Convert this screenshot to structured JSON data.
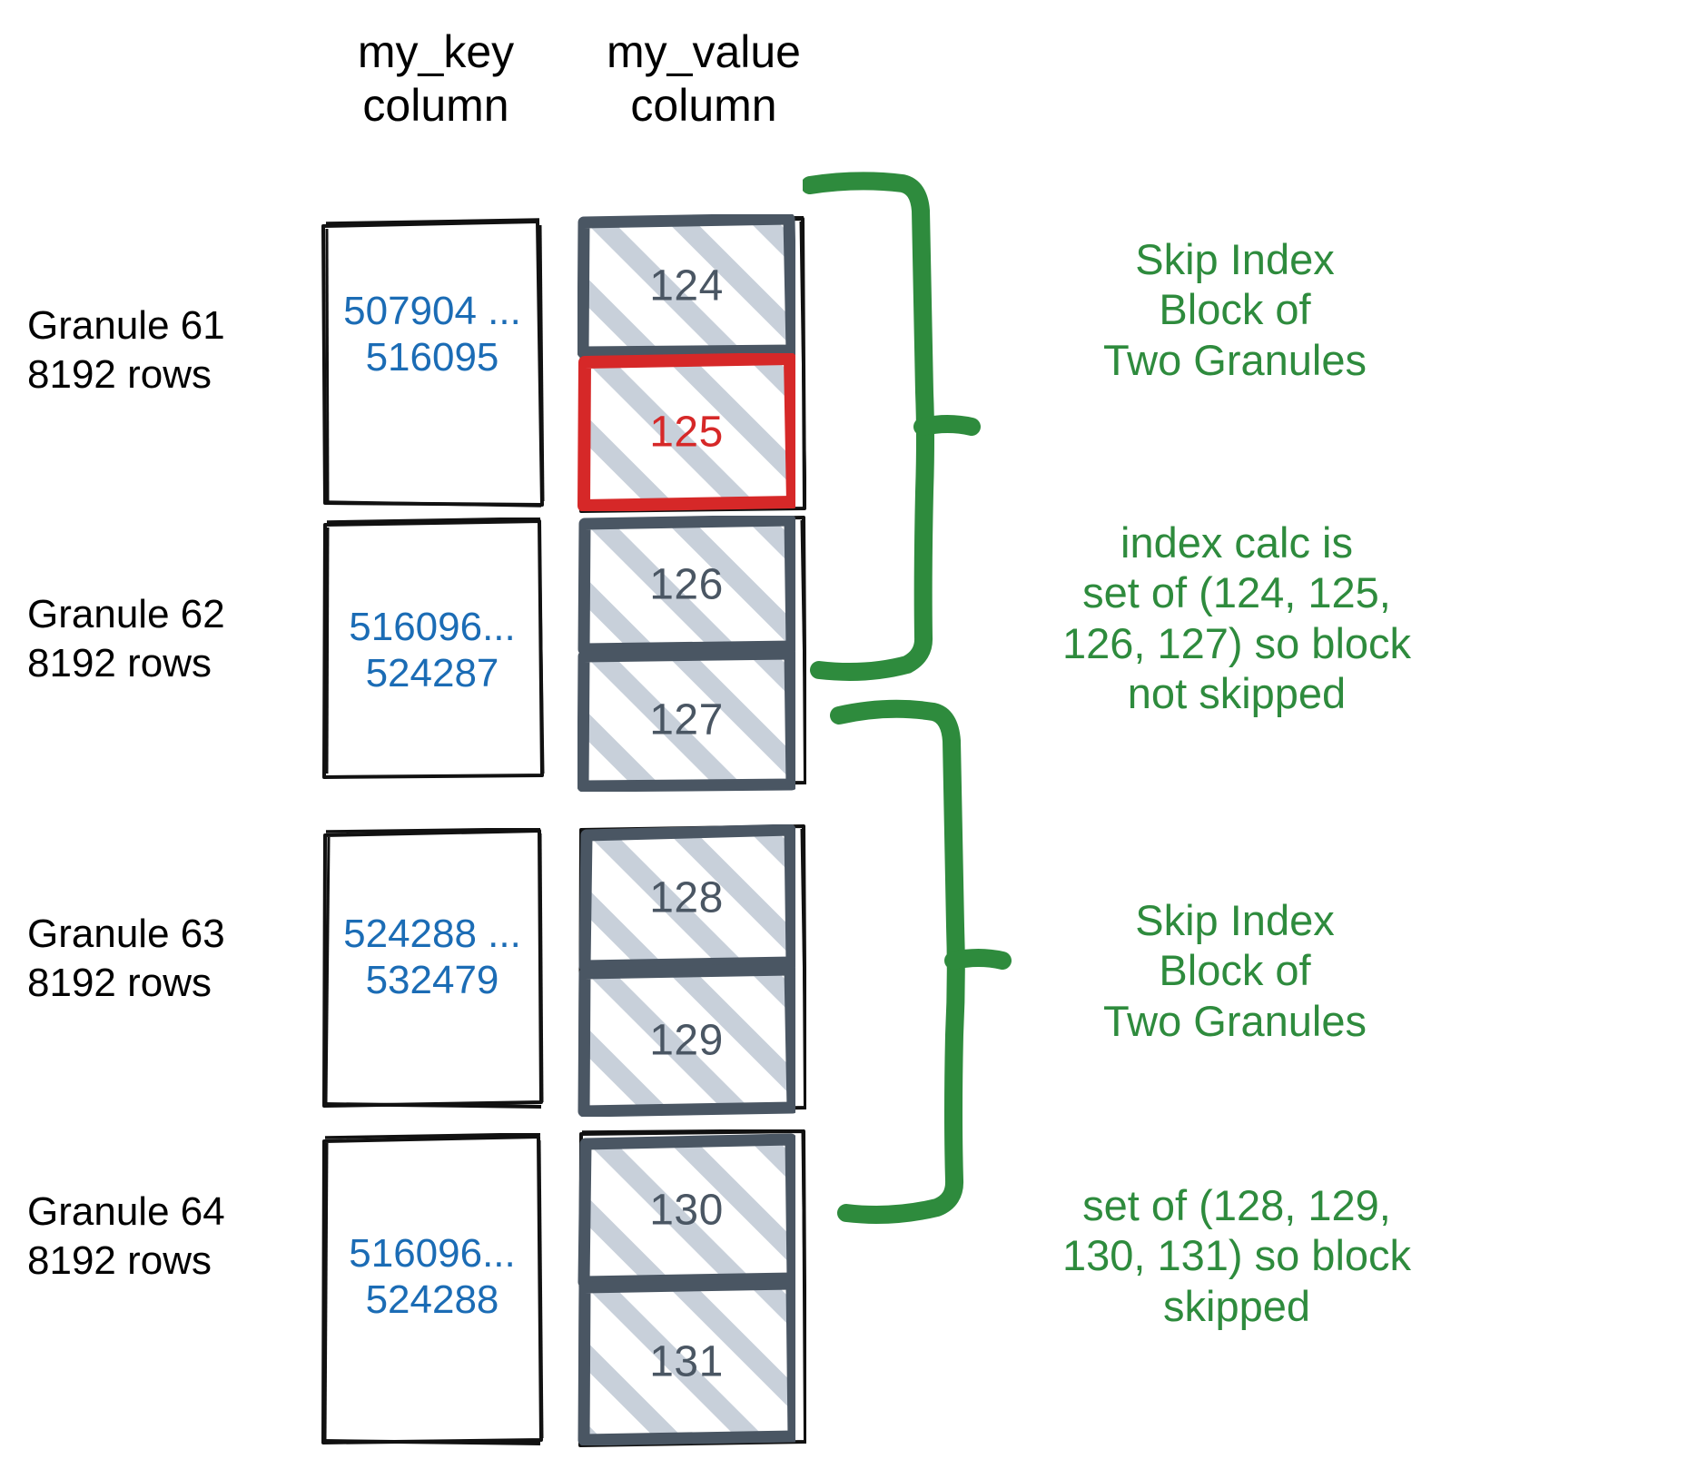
{
  "headers": {
    "key_column": "my_key\ncolumn",
    "value_column": "my_value\ncolumn"
  },
  "colors": {
    "key_value_text": "#1b6cb5",
    "value_cell_border": "#4a5663",
    "value_text": "#4a5663",
    "highlight_red": "#d62828",
    "annotation_green": "#2e8b3d",
    "hatch_gray": "#c8d0da",
    "outline_black": "#111111",
    "background": "#ffffff"
  },
  "granules": [
    {
      "label": "Granule 61\n8192 rows",
      "key_range": "507904 ...\n516095",
      "values": [
        {
          "text": "124",
          "highlighted": false
        },
        {
          "text": "125",
          "highlighted": true
        }
      ]
    },
    {
      "label": "Granule 62\n8192 rows",
      "key_range": "516096...\n524287",
      "values": [
        {
          "text": "126",
          "highlighted": false
        },
        {
          "text": "127",
          "highlighted": false
        }
      ]
    },
    {
      "label": "Granule 63\n8192 rows",
      "key_range": "524288 ...\n532479",
      "values": [
        {
          "text": "128",
          "highlighted": false
        },
        {
          "text": "129",
          "highlighted": false
        }
      ]
    },
    {
      "label": "Granule 64\n8192 rows",
      "key_range": "516096...\n524288",
      "values": [
        {
          "text": "130",
          "highlighted": false
        },
        {
          "text": "131",
          "highlighted": false
        }
      ]
    }
  ],
  "annotations": [
    {
      "id": "block-1-title",
      "text": "Skip Index\nBlock of\nTwo Granules"
    },
    {
      "id": "block-1-detail",
      "text": "index calc is\nset of (124, 125,\n126, 127) so block\nnot skipped"
    },
    {
      "id": "block-2-title",
      "text": "Skip Index\nBlock of\nTwo Granules"
    },
    {
      "id": "block-2-detail",
      "text": "set of (128, 129,\n130, 131) so block\nskipped"
    }
  ]
}
